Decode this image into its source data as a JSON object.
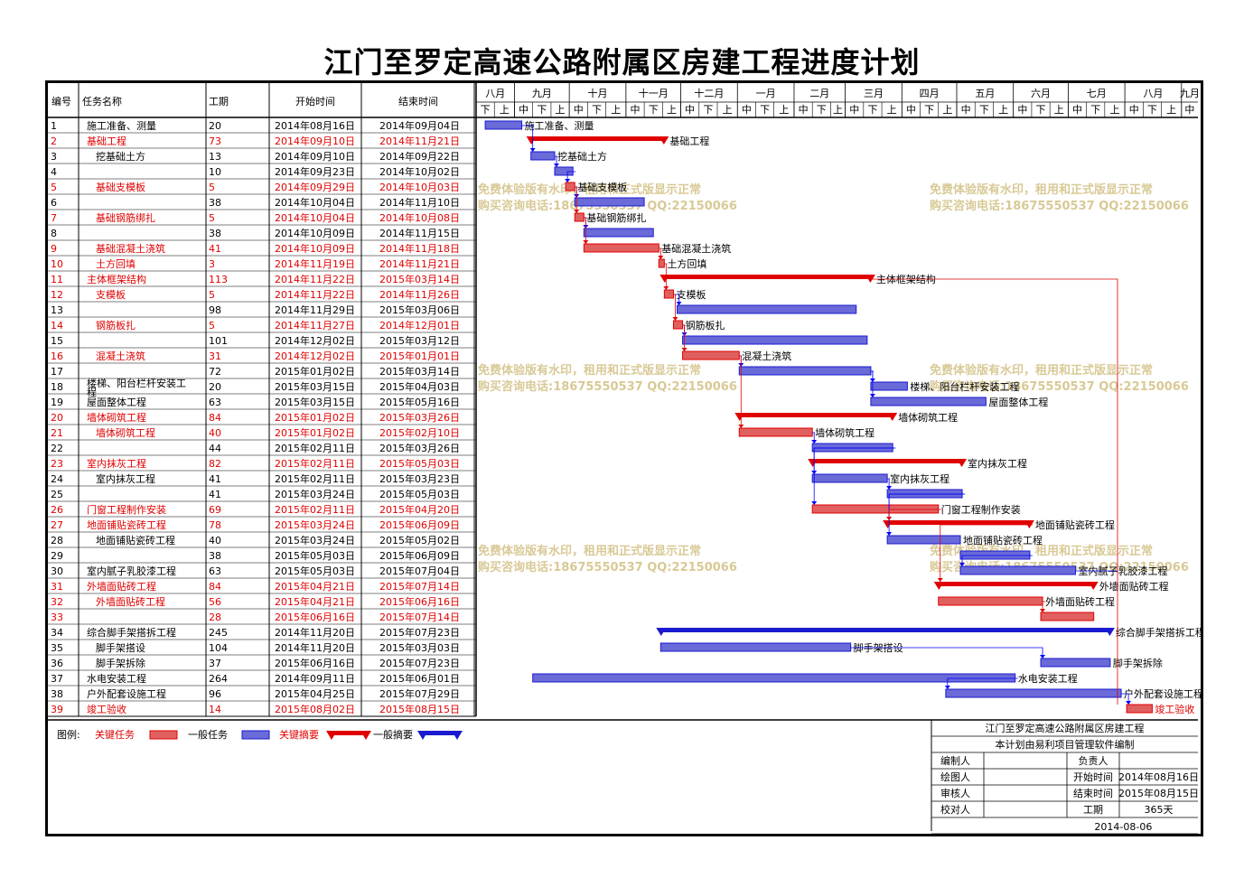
{
  "title": "江门至罗定高速公路附属区房建工程进度计划",
  "headers": {
    "id": "编号",
    "name": "任务名称",
    "duration": "工期",
    "start": "开始时间",
    "end": "结束时间"
  },
  "months": [
    "八月",
    "九月",
    "十月",
    "十一月",
    "十二月",
    "一月",
    "二月",
    "三月",
    "四月",
    "五月",
    "六月",
    "七月",
    "八月",
    "九月"
  ],
  "dekads": [
    "下",
    "上",
    "中",
    "下",
    "上",
    "中",
    "下",
    "上",
    "中",
    "下",
    "上",
    "中",
    "下",
    "上",
    "中",
    "下",
    "上",
    "中",
    "下",
    "上",
    "中",
    "下",
    "上",
    "中",
    "下",
    "上",
    "中",
    "下",
    "上",
    "中",
    "下",
    "上",
    "中",
    "下",
    "上",
    "中",
    "下",
    "上",
    "中",
    "下",
    "上",
    "中"
  ],
  "chart_data": {
    "type": "gantt",
    "x_range": [
      "2014-08-11",
      "2015-09-10"
    ],
    "tasks": [
      {
        "id": "1",
        "name": "施工准备、测量",
        "indent": 1,
        "duration": "20",
        "start": "2014年08月16日",
        "end": "2014年09月04日",
        "critical": false,
        "summary": false,
        "bar_label": "施工准备、测量"
      },
      {
        "id": "2",
        "name": "基础工程",
        "indent": 1,
        "duration": "73",
        "start": "2014年09月10日",
        "end": "2014年11月21日",
        "critical": true,
        "summary": true,
        "bar_label": "基础工程"
      },
      {
        "id": "3",
        "name": "挖基础土方",
        "indent": 2,
        "duration": "13",
        "start": "2014年09月10日",
        "end": "2014年09月22日",
        "critical": false,
        "summary": false,
        "bar_label": "挖基础土方"
      },
      {
        "id": "4",
        "name": "",
        "indent": 2,
        "duration": "10",
        "start": "2014年09月23日",
        "end": "2014年10月02日",
        "critical": false,
        "summary": false,
        "bar_label": ""
      },
      {
        "id": "5",
        "name": "基础支模板",
        "indent": 2,
        "duration": "5",
        "start": "2014年09月29日",
        "end": "2014年10月03日",
        "critical": true,
        "summary": false,
        "bar_label": "基础支模板"
      },
      {
        "id": "6",
        "name": "",
        "indent": 2,
        "duration": "38",
        "start": "2014年10月04日",
        "end": "2014年11月10日",
        "critical": false,
        "summary": false,
        "bar_label": ""
      },
      {
        "id": "7",
        "name": "基础钢筋绑扎",
        "indent": 2,
        "duration": "5",
        "start": "2014年10月04日",
        "end": "2014年10月08日",
        "critical": true,
        "summary": false,
        "bar_label": "基础钢筋绑扎"
      },
      {
        "id": "8",
        "name": "",
        "indent": 2,
        "duration": "38",
        "start": "2014年10月09日",
        "end": "2014年11月15日",
        "critical": false,
        "summary": false,
        "bar_label": ""
      },
      {
        "id": "9",
        "name": "基础混凝土浇筑",
        "indent": 2,
        "duration": "41",
        "start": "2014年10月09日",
        "end": "2014年11月18日",
        "critical": true,
        "summary": false,
        "bar_label": "基础混凝土浇筑"
      },
      {
        "id": "10",
        "name": "土方回填",
        "indent": 2,
        "duration": "3",
        "start": "2014年11月19日",
        "end": "2014年11月21日",
        "critical": true,
        "summary": false,
        "bar_label": "土方回填"
      },
      {
        "id": "11",
        "name": "主体框架结构",
        "indent": 1,
        "duration": "113",
        "start": "2014年11月22日",
        "end": "2015年03月14日",
        "critical": true,
        "summary": true,
        "bar_label": "主体框架结构"
      },
      {
        "id": "12",
        "name": "支模板",
        "indent": 2,
        "duration": "5",
        "start": "2014年11月22日",
        "end": "2014年11月26日",
        "critical": true,
        "summary": false,
        "bar_label": "支模板"
      },
      {
        "id": "13",
        "name": "",
        "indent": 2,
        "duration": "98",
        "start": "2014年11月29日",
        "end": "2015年03月06日",
        "critical": false,
        "summary": false,
        "bar_label": ""
      },
      {
        "id": "14",
        "name": "钢筋板扎",
        "indent": 2,
        "duration": "5",
        "start": "2014年11月27日",
        "end": "2014年12月01日",
        "critical": true,
        "summary": false,
        "bar_label": "钢筋板扎"
      },
      {
        "id": "15",
        "name": "",
        "indent": 2,
        "duration": "101",
        "start": "2014年12月02日",
        "end": "2015年03月12日",
        "critical": false,
        "summary": false,
        "bar_label": ""
      },
      {
        "id": "16",
        "name": "混凝土浇筑",
        "indent": 2,
        "duration": "31",
        "start": "2014年12月02日",
        "end": "2015年01月01日",
        "critical": true,
        "summary": false,
        "bar_label": "混凝土浇筑"
      },
      {
        "id": "17",
        "name": "",
        "indent": 2,
        "duration": "72",
        "start": "2015年01月02日",
        "end": "2015年03月14日",
        "critical": false,
        "summary": false,
        "bar_label": ""
      },
      {
        "id": "18",
        "name": "楼梯、阳台栏杆安装工程",
        "indent": 1,
        "duration": "20",
        "start": "2015年03月15日",
        "end": "2015年04月03日",
        "critical": false,
        "summary": false,
        "bar_label": "楼梯、阳台栏杆安装工程"
      },
      {
        "id": "19",
        "name": "屋面整体工程",
        "indent": 1,
        "duration": "63",
        "start": "2015年03月15日",
        "end": "2015年05月16日",
        "critical": false,
        "summary": false,
        "bar_label": "屋面整体工程"
      },
      {
        "id": "20",
        "name": "墙体砌筑工程",
        "indent": 1,
        "duration": "84",
        "start": "2015年01月02日",
        "end": "2015年03月26日",
        "critical": true,
        "summary": true,
        "bar_label": "墙体砌筑工程"
      },
      {
        "id": "21",
        "name": "墙体砌筑工程",
        "indent": 2,
        "duration": "40",
        "start": "2015年01月02日",
        "end": "2015年02月10日",
        "critical": true,
        "summary": false,
        "bar_label": "墙体砌筑工程"
      },
      {
        "id": "22",
        "name": "",
        "indent": 2,
        "duration": "44",
        "start": "2015年02月11日",
        "end": "2015年03月26日",
        "critical": false,
        "summary": false,
        "bar_label": ""
      },
      {
        "id": "23",
        "name": "室内抹灰工程",
        "indent": 1,
        "duration": "82",
        "start": "2015年02月11日",
        "end": "2015年05月03日",
        "critical": true,
        "summary": true,
        "bar_label": "室内抹灰工程"
      },
      {
        "id": "24",
        "name": "室内抹灰工程",
        "indent": 2,
        "duration": "41",
        "start": "2015年02月11日",
        "end": "2015年03月23日",
        "critical": false,
        "summary": false,
        "bar_label": "室内抹灰工程"
      },
      {
        "id": "25",
        "name": "",
        "indent": 2,
        "duration": "41",
        "start": "2015年03月24日",
        "end": "2015年05月03日",
        "critical": false,
        "summary": false,
        "bar_label": ""
      },
      {
        "id": "26",
        "name": "门窗工程制作安装",
        "indent": 1,
        "duration": "69",
        "start": "2015年02月11日",
        "end": "2015年04月20日",
        "critical": true,
        "summary": false,
        "bar_label": "门窗工程制作安装"
      },
      {
        "id": "27",
        "name": "地面铺贴瓷砖工程",
        "indent": 1,
        "duration": "78",
        "start": "2015年03月24日",
        "end": "2015年06月09日",
        "critical": true,
        "summary": true,
        "bar_label": "地面铺贴瓷砖工程"
      },
      {
        "id": "28",
        "name": "地面铺贴瓷砖工程",
        "indent": 2,
        "duration": "40",
        "start": "2015年03月24日",
        "end": "2015年05月02日",
        "critical": false,
        "summary": false,
        "bar_label": "地面铺贴瓷砖工程"
      },
      {
        "id": "29",
        "name": "",
        "indent": 2,
        "duration": "38",
        "start": "2015年05月03日",
        "end": "2015年06月09日",
        "critical": false,
        "summary": false,
        "bar_label": ""
      },
      {
        "id": "30",
        "name": "室内腻子乳胶漆工程",
        "indent": 1,
        "duration": "63",
        "start": "2015年05月03日",
        "end": "2015年07月04日",
        "critical": false,
        "summary": false,
        "bar_label": "室内腻子乳胶漆工程"
      },
      {
        "id": "31",
        "name": "外墙面贴砖工程",
        "indent": 1,
        "duration": "84",
        "start": "2015年04月21日",
        "end": "2015年07月14日",
        "critical": true,
        "summary": true,
        "bar_label": "外墙面贴砖工程"
      },
      {
        "id": "32",
        "name": "外墙面贴砖工程",
        "indent": 2,
        "duration": "56",
        "start": "2015年04月21日",
        "end": "2015年06月16日",
        "critical": true,
        "summary": false,
        "bar_label": "外墙面贴砖工程"
      },
      {
        "id": "33",
        "name": "",
        "indent": 2,
        "duration": "28",
        "start": "2015年06月16日",
        "end": "2015年07月14日",
        "critical": true,
        "summary": false,
        "bar_label": ""
      },
      {
        "id": "34",
        "name": "综合脚手架搭拆工程",
        "indent": 1,
        "duration": "245",
        "start": "2014年11月20日",
        "end": "2015年07月23日",
        "critical": false,
        "summary": true,
        "bar_label": "综合脚手架搭拆工程"
      },
      {
        "id": "35",
        "name": "脚手架搭设",
        "indent": 2,
        "duration": "104",
        "start": "2014年11月20日",
        "end": "2015年03月03日",
        "critical": false,
        "summary": false,
        "bar_label": "脚手架搭设"
      },
      {
        "id": "36",
        "name": "脚手架拆除",
        "indent": 2,
        "duration": "37",
        "start": "2015年06月16日",
        "end": "2015年07月23日",
        "critical": false,
        "summary": false,
        "bar_label": "脚手架拆除"
      },
      {
        "id": "37",
        "name": "水电安装工程",
        "indent": 1,
        "duration": "264",
        "start": "2014年09月11日",
        "end": "2015年06月01日",
        "critical": false,
        "summary": false,
        "bar_label": "水电安装工程"
      },
      {
        "id": "38",
        "name": "户外配套设施工程",
        "indent": 1,
        "duration": "96",
        "start": "2015年04月25日",
        "end": "2015年07月29日",
        "critical": false,
        "summary": false,
        "bar_label": "户外配套设施工程"
      },
      {
        "id": "39",
        "name": "竣工验收",
        "indent": 1,
        "duration": "14",
        "start": "2015年08月02日",
        "end": "2015年08月15日",
        "critical": true,
        "summary": false,
        "bar_label": "竣工验收"
      }
    ]
  },
  "watermark": {
    "line1": "免费体验版有水印，租用和正式版显示正常",
    "line2": "购买咨询电话:18675550537 QQ:22150066"
  },
  "legend": {
    "label": "图例:",
    "items": [
      "关键任务",
      "一般任务",
      "关键摘要",
      "一般摘要"
    ]
  },
  "colors": {
    "critical": "#e00000",
    "critical_fill": "#e06060",
    "normal": "#1a1ad0",
    "normal_fill": "#6a6ad8",
    "link": "#0000ff",
    "link_red": "#e00000"
  },
  "info_box": {
    "project": "江门至罗定高速公路附属区房建工程",
    "software": "本计划由易利项目管理软件编制",
    "rows": [
      {
        "l1": "编制人",
        "v1": "",
        "l2": "负责人",
        "v2": ""
      },
      {
        "l1": "绘图人",
        "v1": "",
        "l2": "开始时间",
        "v2": "2014年08月16日"
      },
      {
        "l1": "审核人",
        "v1": "",
        "l2": "结束时间",
        "v2": "2015年08月15日"
      },
      {
        "l1": "校对人",
        "v1": "",
        "l2": "工期",
        "v2": "365天"
      }
    ],
    "date": "2014-08-06"
  }
}
